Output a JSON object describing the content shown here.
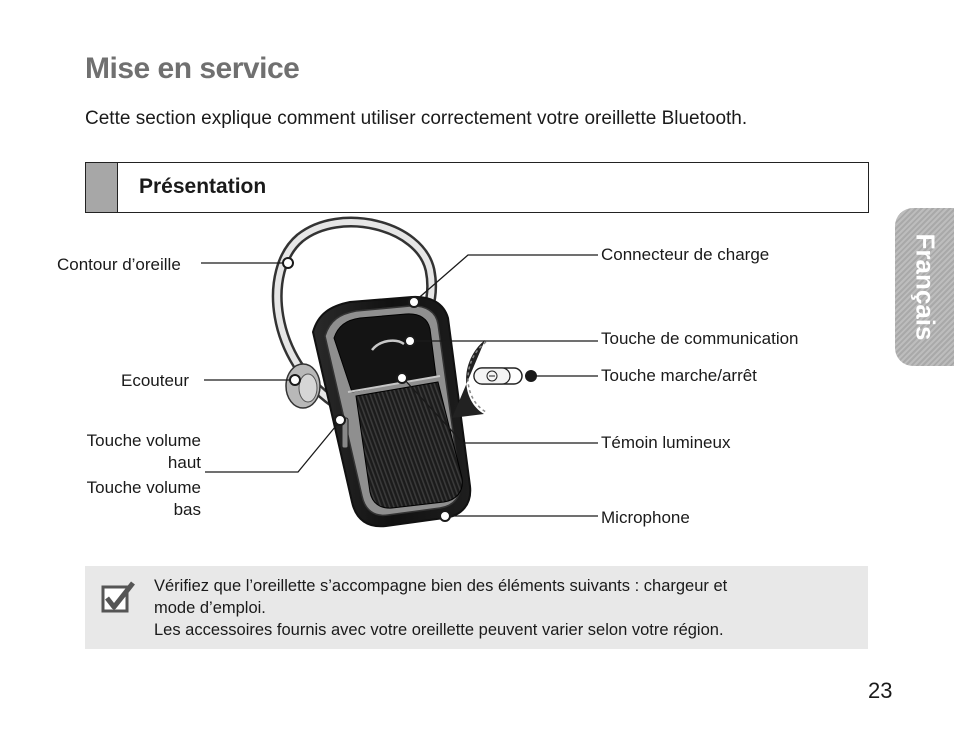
{
  "page": {
    "title": "Mise en service",
    "intro": "Cette section explique comment utiliser correctement votre oreillette Bluetooth.",
    "section_heading": "Présentation",
    "language_tab": "Français",
    "page_number": "23"
  },
  "diagram": {
    "labels": {
      "contour_oreille": "Contour d’oreille",
      "ecouteur": "Ecouteur",
      "volume_haut": "Touche volume haut",
      "volume_bas": "Touche volume bas",
      "connecteur_charge": "Connecteur de charge",
      "touche_communication": "Touche de communication",
      "touche_marche_arret": "Touche marche/arrêt",
      "temoin_lumineux": "Témoin lumineux",
      "microphone": "Microphone"
    }
  },
  "note": {
    "icon": "checkbox-checked-icon",
    "line1": "Vérifiez que l’oreillette s’accompagne bien des éléments suivants : chargeur et",
    "line2": "mode d’emploi.",
    "line3": "Les accessoires fournis avec votre oreillette peuvent varier selon votre région."
  }
}
